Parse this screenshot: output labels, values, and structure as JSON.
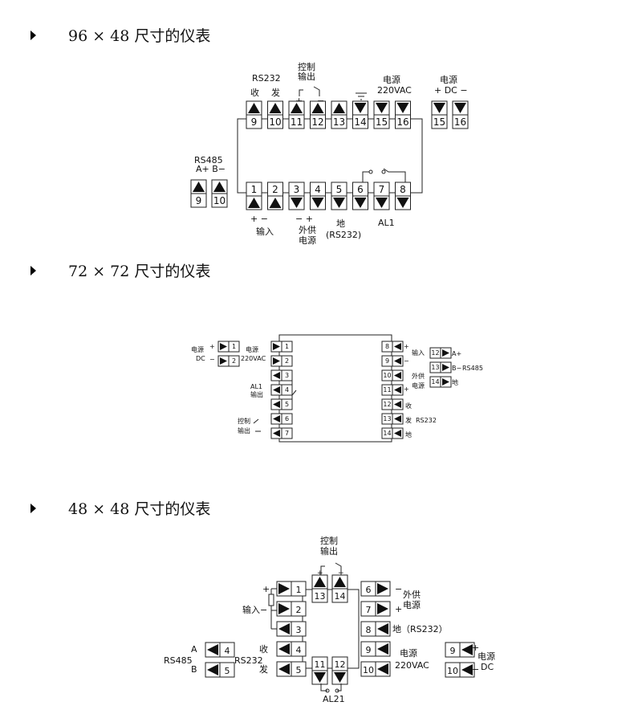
{
  "sections": [
    {
      "title": "96 × 48 尺寸的仪表"
    },
    {
      "title": "72 × 72 尺寸的仪表"
    },
    {
      "title": "48 × 48 尺寸的仪表"
    }
  ],
  "d1": {
    "rs232": "RS232",
    "recv": "收",
    "send": "发",
    "ctrl1": "控制",
    "ctrl2": "输出",
    "plus": "+",
    "minus": "−",
    "ac1": "电源",
    "ac2": "220VAC",
    "dc1": "电源",
    "dc2": "+ DC −",
    "rs485": "RS485",
    "ab": "A+  B−",
    "top_nums": [
      "9",
      "10",
      "11",
      "12",
      "13",
      "14",
      "15",
      "16"
    ],
    "dc_nums": [
      "15",
      "16"
    ],
    "rs485_nums": [
      "9",
      "10"
    ],
    "bot_nums": [
      "1",
      "2",
      "3",
      "4",
      "5",
      "6",
      "7",
      "8"
    ],
    "in_pm": "+    −",
    "input": "输入",
    "ext_pm": "−    +",
    "ext1": "外供",
    "ext2": "电源",
    "gnd": "地",
    "gnd2": "(RS232)",
    "al1": "AL1"
  },
  "d2": {
    "dc1": "电源",
    "dc2": "DC",
    "ac1": "电源",
    "ac2": "220VAC",
    "al1": "AL1",
    "al1b": "输出",
    "ctrl1": "控制",
    "ctrl2": "输出",
    "left_nums": [
      "1",
      "2",
      "3",
      "4",
      "5",
      "6",
      "7"
    ],
    "dc_nums": [
      "1",
      "2"
    ],
    "right_nums": [
      "8",
      "9",
      "10",
      "11",
      "12",
      "13",
      "14"
    ],
    "input": "输入",
    "ext1": "外供",
    "ext2": "电源",
    "recv": "收",
    "send": "发",
    "rs232": "RS232",
    "rs485": "RS485",
    "far_nums": [
      "12",
      "13",
      "14"
    ],
    "a": "A+",
    "b": "B−",
    "gnd": "地"
  },
  "d3": {
    "ctrl1": "控制",
    "ctrl2": "输出",
    "top_nums": [
      "13",
      "14"
    ],
    "left_nums": [
      "1",
      "2",
      "3",
      "4",
      "5"
    ],
    "input": "输入−",
    "plus": "+",
    "recv": "收",
    "send": "发",
    "rs232": "RS232",
    "rs485": "RS485",
    "rs485_nums": [
      "4",
      "5"
    ],
    "a": "A",
    "b": "B",
    "bot_nums": [
      "11",
      "12"
    ],
    "al21": "AL21",
    "right_nums": [
      "6",
      "7",
      "8",
      "9",
      "10"
    ],
    "ext1": "外供",
    "ext2": "电源",
    "gnd": "地（RS232）",
    "ac1": "电源",
    "ac2": "220VAC",
    "dc_nums": [
      "9",
      "10"
    ],
    "dc1": "电源",
    "dc2": "DC"
  }
}
